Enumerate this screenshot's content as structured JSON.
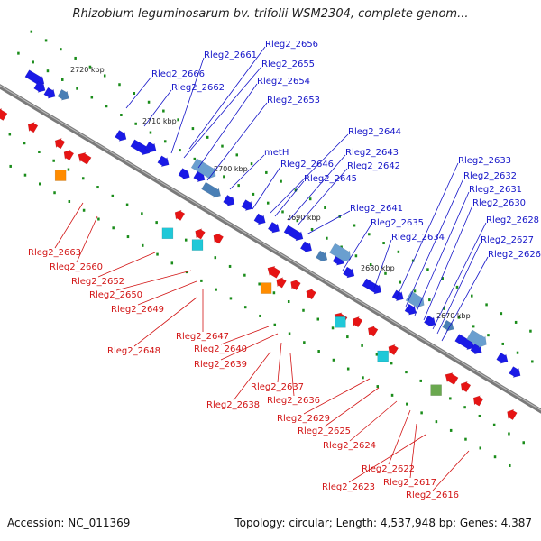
{
  "title": "Rhizobium leguminosarum bv. trifolii WSM2304, complete genom...",
  "footer": {
    "accession": "Accession: NC_011369",
    "summary": "Topology: circular; Length: 4,537,948 bp; Genes: 4,387"
  },
  "scale_ticks": [
    "2720 kbp",
    "2710 kbp",
    "2700 kbp",
    "2690 kbp",
    "2680 kbp",
    "2670 kbp"
  ],
  "forward_labels": [
    "Rleg2_2656",
    "Rleg2_2661",
    "Rleg2_2655",
    "Rleg2_2666",
    "Rleg2_2654",
    "Rleg2_2662",
    "Rleg2_2653",
    "Rleg2_2644",
    "metH",
    "Rleg2_2643",
    "Rleg2_2646",
    "Rleg2_2642",
    "Rleg2_2645",
    "Rleg2_2641",
    "Rleg2_2635",
    "Rleg2_2634",
    "Rleg2_2633",
    "Rleg2_2632",
    "Rleg2_2631",
    "Rleg2_2630",
    "Rleg2_2628",
    "Rleg2_2627",
    "Rleg2_2626"
  ],
  "reverse_labels": [
    "Rleg2_2663",
    "Rleg2_2660",
    "Rleg2_2652",
    "Rleg2_2650",
    "Rleg2_2649",
    "Rleg2_2647",
    "Rleg2_2648",
    "Rleg2_2640",
    "Rleg2_2639",
    "Rleg2_2637",
    "Rleg2_2638",
    "Rleg2_2636",
    "Rleg2_2629",
    "Rleg2_2625",
    "Rleg2_2624",
    "Rleg2_2622",
    "Rleg2_2617",
    "Rleg2_2623",
    "Rleg2_2616"
  ],
  "colors": {
    "forward_label": "#1414c8",
    "reverse_label": "#d21414",
    "forward_gene": "#1a1ae6",
    "reverse_gene": "#e61414",
    "backbone": "#7a7a7a",
    "gc_marker": "#1a8c1a"
  }
}
